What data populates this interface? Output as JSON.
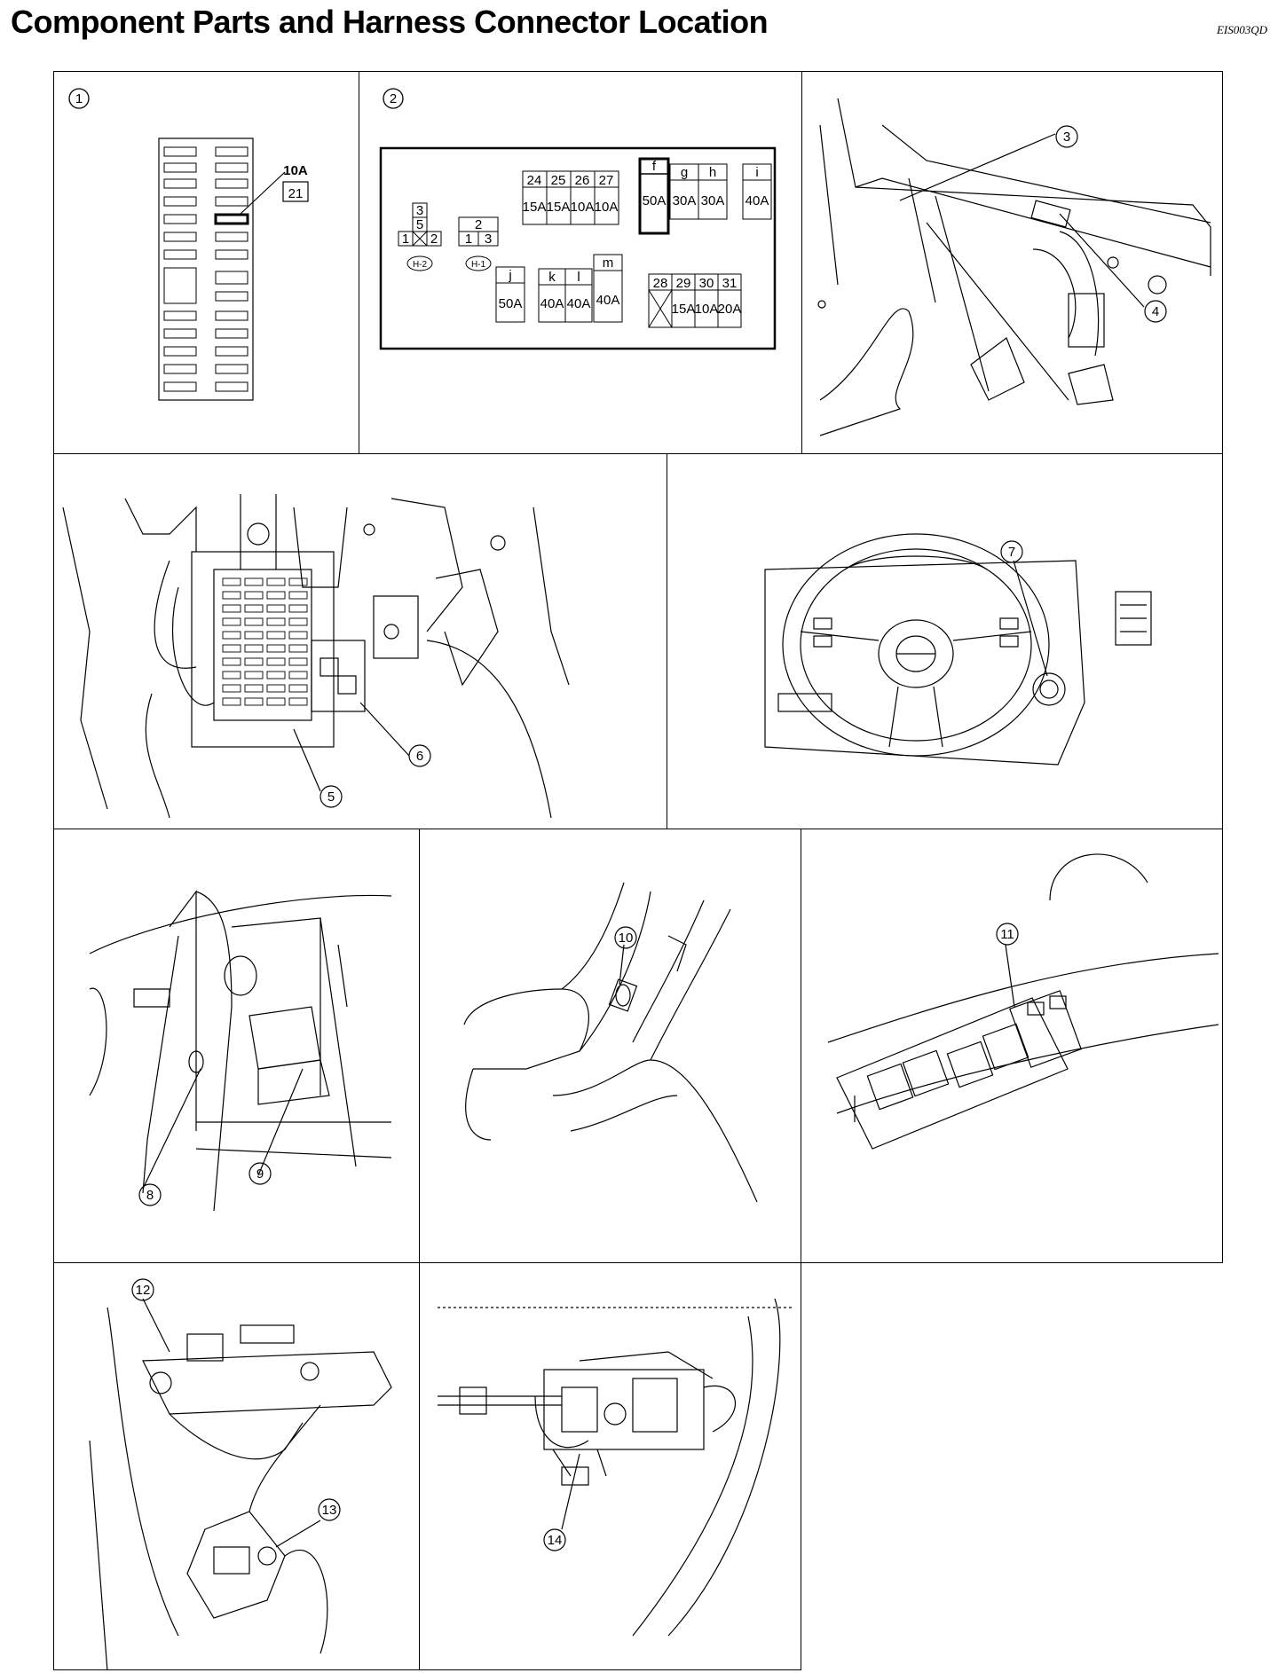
{
  "header": {
    "title": "Component Parts and Harness Connector Location",
    "code": "EIS003QD"
  },
  "panel1": {
    "number": "1",
    "fuse_rating": "10A",
    "fuse_number": "21"
  },
  "panel2": {
    "number": "2",
    "relay_h2": {
      "top": "3",
      "mid": "5",
      "left": "1",
      "right": "2",
      "tag": "H-2"
    },
    "relay_h1": {
      "top": "2",
      "left": "1",
      "right": "3",
      "tag": "H-1"
    },
    "fuse_row_top": [
      {
        "label": "24",
        "rating": "15A"
      },
      {
        "label": "25",
        "rating": "15A"
      },
      {
        "label": "26",
        "rating": "10A"
      },
      {
        "label": "27",
        "rating": "10A"
      }
    ],
    "fusible_f": {
      "label": "f",
      "rating": "50A"
    },
    "fusible_g": {
      "label": "g",
      "rating": "30A"
    },
    "fusible_h": {
      "label": "h",
      "rating": "30A"
    },
    "fusible_i": {
      "label": "i",
      "rating": "40A"
    },
    "fusible_j": {
      "label": "j",
      "rating": "50A"
    },
    "fusible_k": {
      "label": "k",
      "rating": "40A"
    },
    "fusible_l": {
      "label": "l",
      "rating": "40A"
    },
    "fusible_m": {
      "label": "m",
      "rating": "40A"
    },
    "fuse_row_bottom": [
      {
        "label": "28",
        "rating": ""
      },
      {
        "label": "29",
        "rating": "15A"
      },
      {
        "label": "30",
        "rating": "10A"
      },
      {
        "label": "31",
        "rating": "20A"
      }
    ]
  },
  "callouts": {
    "c3": "3",
    "c4": "4",
    "c5": "5",
    "c6": "6",
    "c7": "7",
    "c8": "8",
    "c9": "9",
    "c10": "10",
    "c11": "11",
    "c12": "12",
    "c13": "13",
    "c14": "14"
  }
}
